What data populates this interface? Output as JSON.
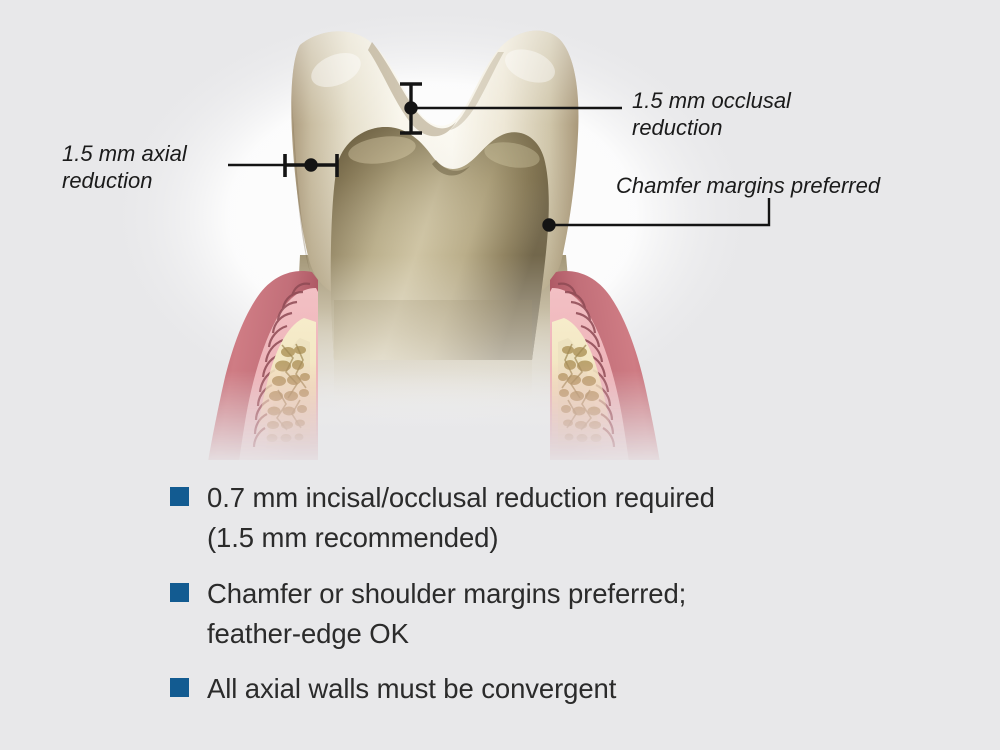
{
  "background_color": "#e8e8ea",
  "illustration": {
    "name": "posterior-tooth-crown-preparation-cross-section",
    "colors": {
      "enamel_light": "#f6f1e4",
      "enamel_mid": "#ddd4bb",
      "enamel_shadow": "#a9977a",
      "prep_core_light": "#cfc4a4",
      "prep_core_dark": "#6f6346",
      "gingiva_outer": "#c9717a",
      "gingiva_inner": "#f0b9bd",
      "cortical_bone": "#f2e7c2",
      "trabecular_bone": "#c3ab74",
      "leader_line": "#1a1a1a"
    },
    "callouts": [
      {
        "id": "axial",
        "text": "1.5 mm axial\nreduction",
        "marker": "horizontal-i-beam-dimension"
      },
      {
        "id": "occlusal",
        "text": "1.5 mm occlusal\nreduction",
        "marker": "vertical-i-beam-dimension"
      },
      {
        "id": "chamfer",
        "text": "Chamfer margins preferred",
        "marker": "leader-dot"
      }
    ]
  },
  "bullets": {
    "marker_color": "#125b91",
    "items": [
      {
        "text": "0.7 mm incisal/occlusal reduction required\n(1.5 mm recommended)"
      },
      {
        "text": "Chamfer or shoulder margins preferred;\nfeather-edge OK"
      },
      {
        "text": "All axial walls must be convergent"
      }
    ]
  }
}
